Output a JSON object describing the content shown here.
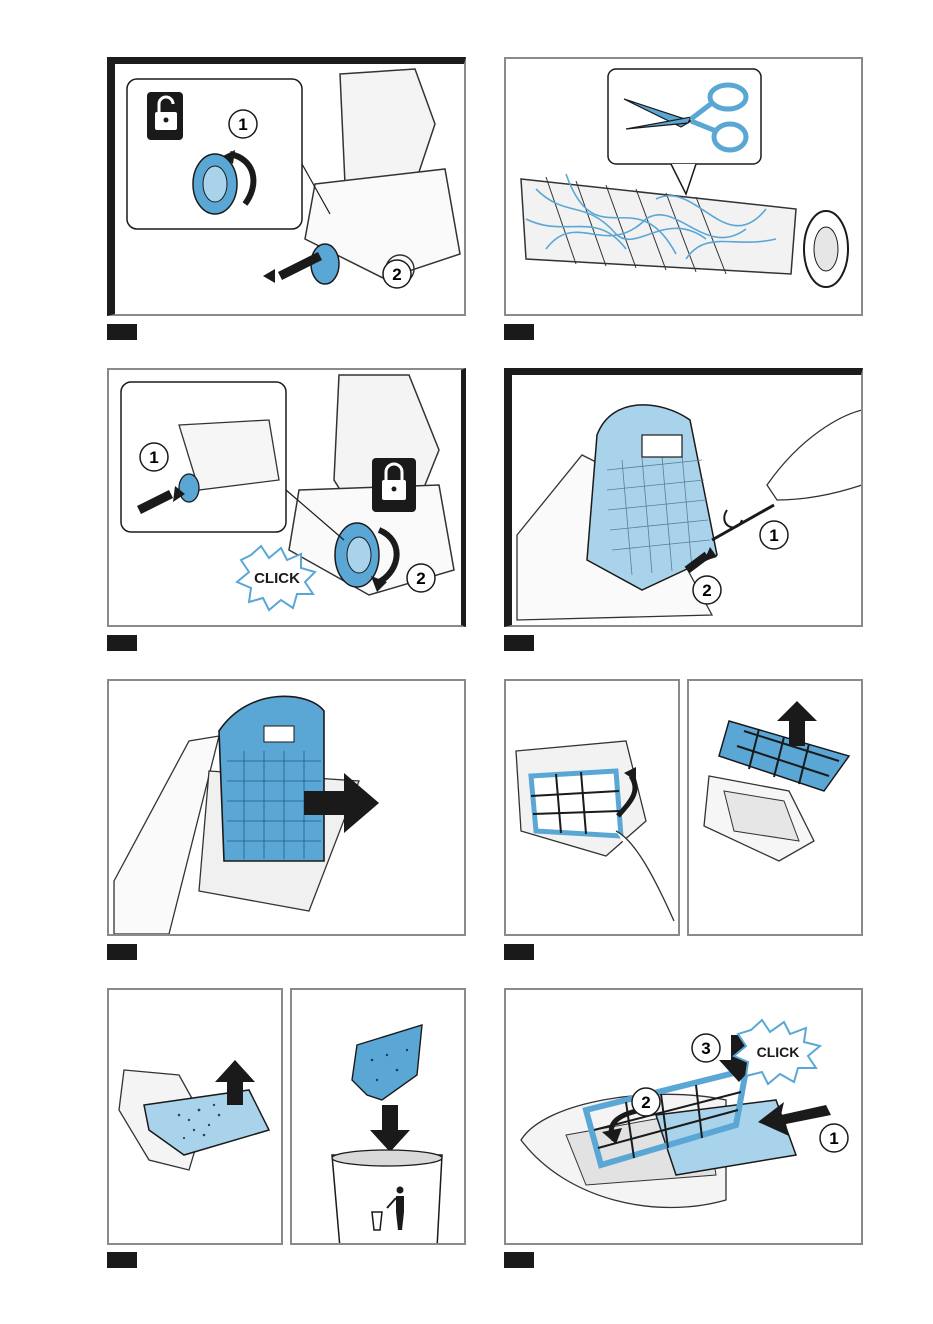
{
  "step_markers": {
    "one": "1",
    "two": "2",
    "three": "3"
  },
  "click_label": "CLICK",
  "colors": {
    "accent_blue": "#5aa7d6",
    "light_blue": "#a9d3ea",
    "outline": "#1a1a1a",
    "frame_gray": "#8a8a8a"
  },
  "icons": [
    "unlock-icon",
    "lock-icon",
    "scissors-icon",
    "trash-bin-icon",
    "arrow-icon"
  ]
}
